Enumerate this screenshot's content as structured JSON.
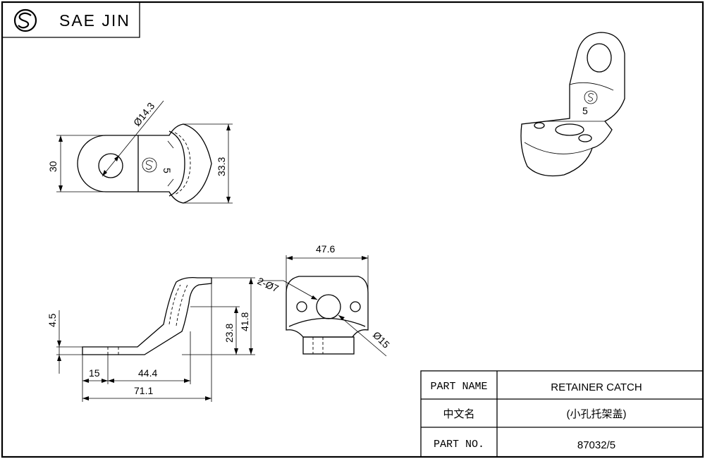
{
  "brand": {
    "name": "SAE JIN",
    "logo": "sj-logo"
  },
  "dimensions": {
    "hole_dia": "Ø14.3",
    "width_30": "30",
    "width_33_3": "33.3",
    "top_width": "47.6",
    "holes_2x": "2-Ø7",
    "hole_15": "Ø15",
    "thickness": "4.5",
    "h_23_8": "23.8",
    "h_41_8": "41.8",
    "len_15": "15",
    "len_44_4": "44.4",
    "len_71_1": "71.1",
    "stamp_5": "5"
  },
  "title_block": {
    "part_name_label": "PART NAME",
    "part_name_value": "RETAINER CATCH",
    "chinese_label": "中文名",
    "chinese_value": "(小孔托架盖)",
    "part_no_label": "PART NO.",
    "part_no_value": "87032/5"
  }
}
